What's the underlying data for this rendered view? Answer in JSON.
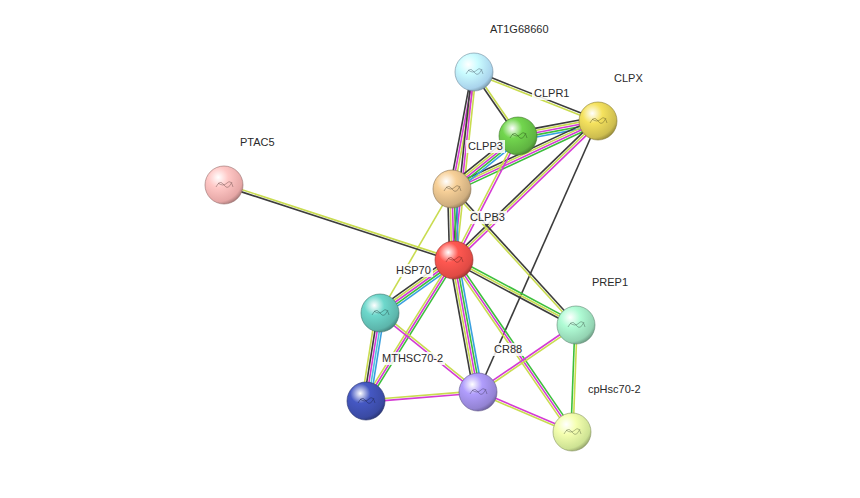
{
  "diagram": {
    "nodes": [
      {
        "text": [
          "AT1G68660"
        ]
      },
      {
        "text": [
          "CLPX"
        ]
      },
      {
        "text": [
          "CLPR1"
        ]
      },
      {
        "text": [
          "PTAC5"
        ]
      },
      {
        "text": [
          "CLPP3"
        ]
      },
      {
        "text": [
          "CLPB3"
        ]
      },
      {
        "text": [
          "HSP70"
        ]
      },
      {
        "text": [
          "PREP1"
        ]
      },
      {
        "text": [
          "MTHSC70-2"
        ]
      },
      {
        "text": [
          "CR88"
        ]
      },
      {
        "text": [
          "cpHsc70-2"
        ]
      }
    ],
    "edges": [
      {
        "from": 0,
        "to": 1,
        "arrow": "none"
      },
      {
        "from": 0,
        "to": 2,
        "arrow": "none"
      },
      {
        "from": 0,
        "to": 4,
        "arrow": "none"
      },
      {
        "from": 0,
        "to": 5,
        "arrow": "none"
      },
      {
        "from": 1,
        "to": 2,
        "arrow": "none"
      },
      {
        "from": 1,
        "to": 4,
        "arrow": "none"
      },
      {
        "from": 1,
        "to": 5,
        "arrow": "none"
      },
      {
        "from": 1,
        "to": 9,
        "arrow": "none"
      },
      {
        "from": 2,
        "to": 4,
        "arrow": "none"
      },
      {
        "from": 2,
        "to": 5,
        "arrow": "none"
      },
      {
        "from": 4,
        "to": 5,
        "arrow": "none"
      },
      {
        "from": 4,
        "to": 6,
        "arrow": "none"
      },
      {
        "from": 4,
        "to": 7,
        "arrow": "none"
      },
      {
        "from": 3,
        "to": 5,
        "arrow": "none"
      },
      {
        "from": 5,
        "to": 6,
        "arrow": "none"
      },
      {
        "from": 5,
        "to": 8,
        "arrow": "none"
      },
      {
        "from": 5,
        "to": 9,
        "arrow": "none"
      },
      {
        "from": 5,
        "to": 7,
        "arrow": "none"
      },
      {
        "from": 5,
        "to": 10,
        "arrow": "none"
      },
      {
        "from": 6,
        "to": 8,
        "arrow": "none"
      },
      {
        "from": 6,
        "to": 9,
        "arrow": "none"
      },
      {
        "from": 8,
        "to": 9,
        "arrow": "none"
      },
      {
        "from": 9,
        "to": 7,
        "arrow": "none"
      },
      {
        "from": 9,
        "to": 10,
        "arrow": "none"
      },
      {
        "from": 7,
        "to": 10,
        "arrow": "none"
      }
    ]
  }
}
